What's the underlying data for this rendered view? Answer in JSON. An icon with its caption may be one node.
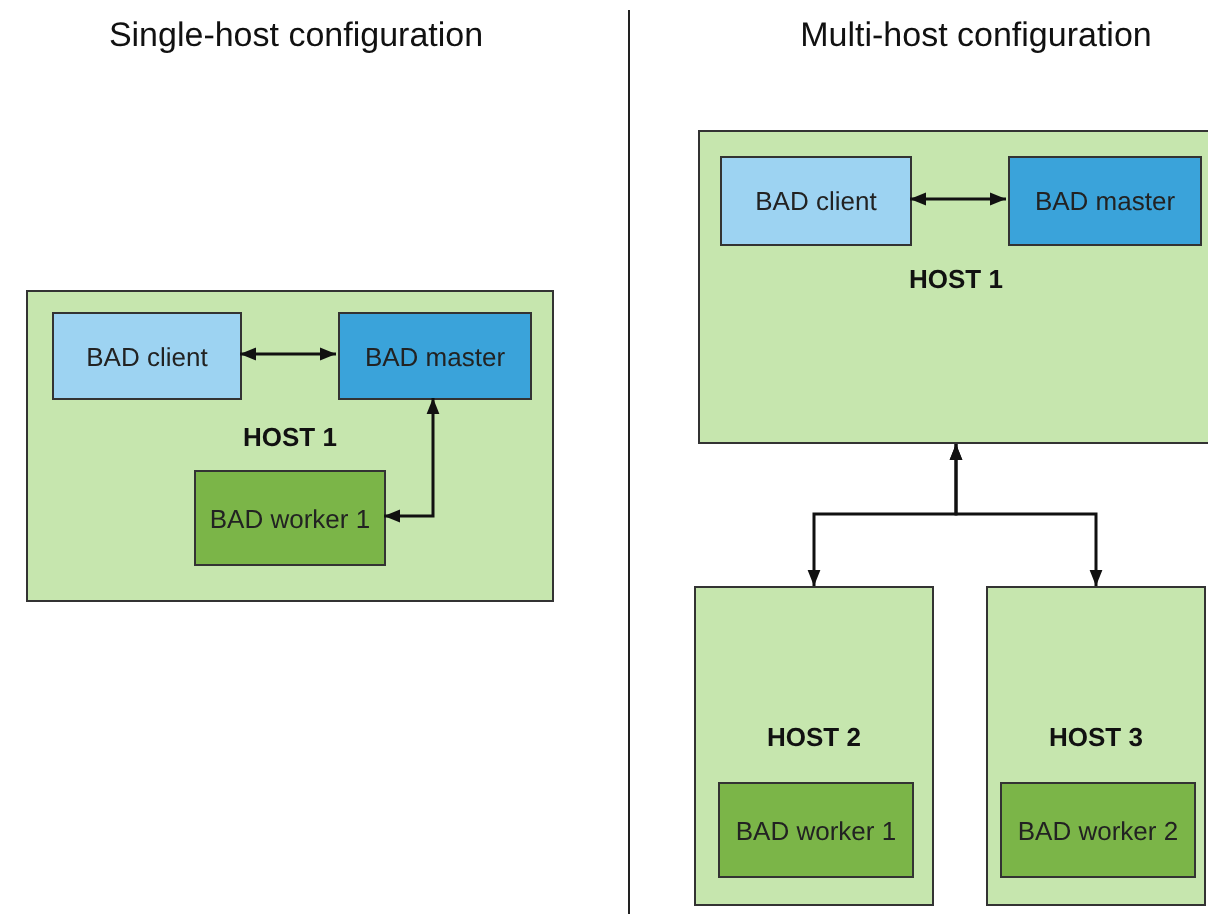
{
  "diagram": {
    "nodes": [
      {
        "text": [
          "HOST 1"
        ]
      },
      {
        "text": [
          "BAD client"
        ],
        "in": 0
      },
      {
        "text": [
          "BAD master"
        ],
        "in": 0
      },
      {
        "text": [
          "BAD worker 1"
        ],
        "in": 0
      },
      {
        "text": [
          "HOST 1"
        ]
      },
      {
        "text": [
          "BAD client"
        ],
        "in": 4
      },
      {
        "text": [
          "BAD master"
        ],
        "in": 4
      },
      {
        "text": [
          "HOST 2"
        ]
      },
      {
        "text": [
          "BAD worker 1"
        ],
        "in": 7
      },
      {
        "text": [
          "HOST 3"
        ]
      },
      {
        "text": [
          "BAD worker 2"
        ],
        "in": 9
      }
    ],
    "edges": [
      {
        "from": 1,
        "to": 2,
        "arrow": "both"
      },
      {
        "from": 3,
        "to": 2,
        "arrow": "both"
      },
      {
        "from": 5,
        "to": 6,
        "arrow": "both"
      },
      {
        "from": 4,
        "to": 7,
        "arrow": "both"
      },
      {
        "from": 4,
        "to": 9,
        "arrow": "both"
      }
    ],
    "labels": [
      "Single-host configuration",
      "Multi-host configuration"
    ]
  }
}
